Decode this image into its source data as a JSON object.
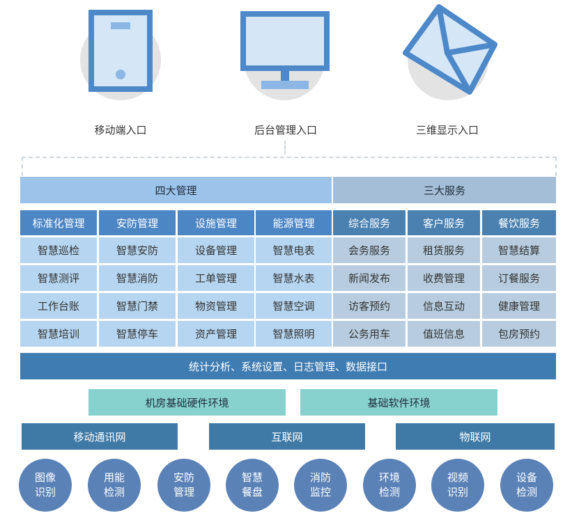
{
  "entries": [
    {
      "label": "移动端入口",
      "icon": "mobile-icon"
    },
    {
      "label": "后台管理入口",
      "icon": "monitor-icon"
    },
    {
      "label": "三维显示入口",
      "icon": "cube-icon"
    }
  ],
  "management": {
    "title": "四大管理",
    "categories": [
      "标准化管理",
      "安防管理",
      "设施管理",
      "能源管理"
    ],
    "rows": [
      [
        "智慧巡检",
        "智慧安防",
        "设备管理",
        "智慧电表"
      ],
      [
        "智慧测评",
        "智慧消防",
        "工单管理",
        "智慧水表"
      ],
      [
        "工作台账",
        "智慧门禁",
        "物资管理",
        "智慧空调"
      ],
      [
        "智慧培训",
        "智慧停车",
        "资产管理",
        "智慧照明"
      ]
    ]
  },
  "services": {
    "title": "三大服务",
    "categories": [
      "综合服务",
      "客户服务",
      "餐饮服务"
    ],
    "rows": [
      [
        "会务服务",
        "租赁服务",
        "智慧结算"
      ],
      [
        "新闻发布",
        "收费管理",
        "订餐服务"
      ],
      [
        "访客预约",
        "信息互动",
        "健康管理"
      ],
      [
        "公务用车",
        "值班信息",
        "包房预约"
      ]
    ]
  },
  "stats_bar": "统计分析、系统设置、日志管理、数据接口",
  "environments": [
    "机房基础硬件环境",
    "基础软件环境"
  ],
  "networks": [
    "移动通讯网",
    "互联网",
    "物联网"
  ],
  "capabilities": [
    [
      "图像",
      "识别"
    ],
    [
      "用能",
      "检测"
    ],
    [
      "安防",
      "管理"
    ],
    [
      "智慧",
      "餐盘"
    ],
    [
      "消防",
      "监控"
    ],
    [
      "环境",
      "检测"
    ],
    [
      "视频",
      "识别"
    ],
    [
      "设备",
      "检测"
    ]
  ],
  "colors": {
    "icon_blue": "#4d88c8",
    "icon_fill": "#d5e6f7",
    "header_left": "#9cc3e9",
    "header_right": "#a3bed6",
    "category_left": "#4d86c4",
    "category_right": "#4a81b0",
    "item_left": "#b6d5f0",
    "item_right": "#b7cddf",
    "stats_bar": "#3f7cb2",
    "environment": "#87d2ce",
    "network": "#3f7aa6",
    "capability": "#5b82b7"
  }
}
